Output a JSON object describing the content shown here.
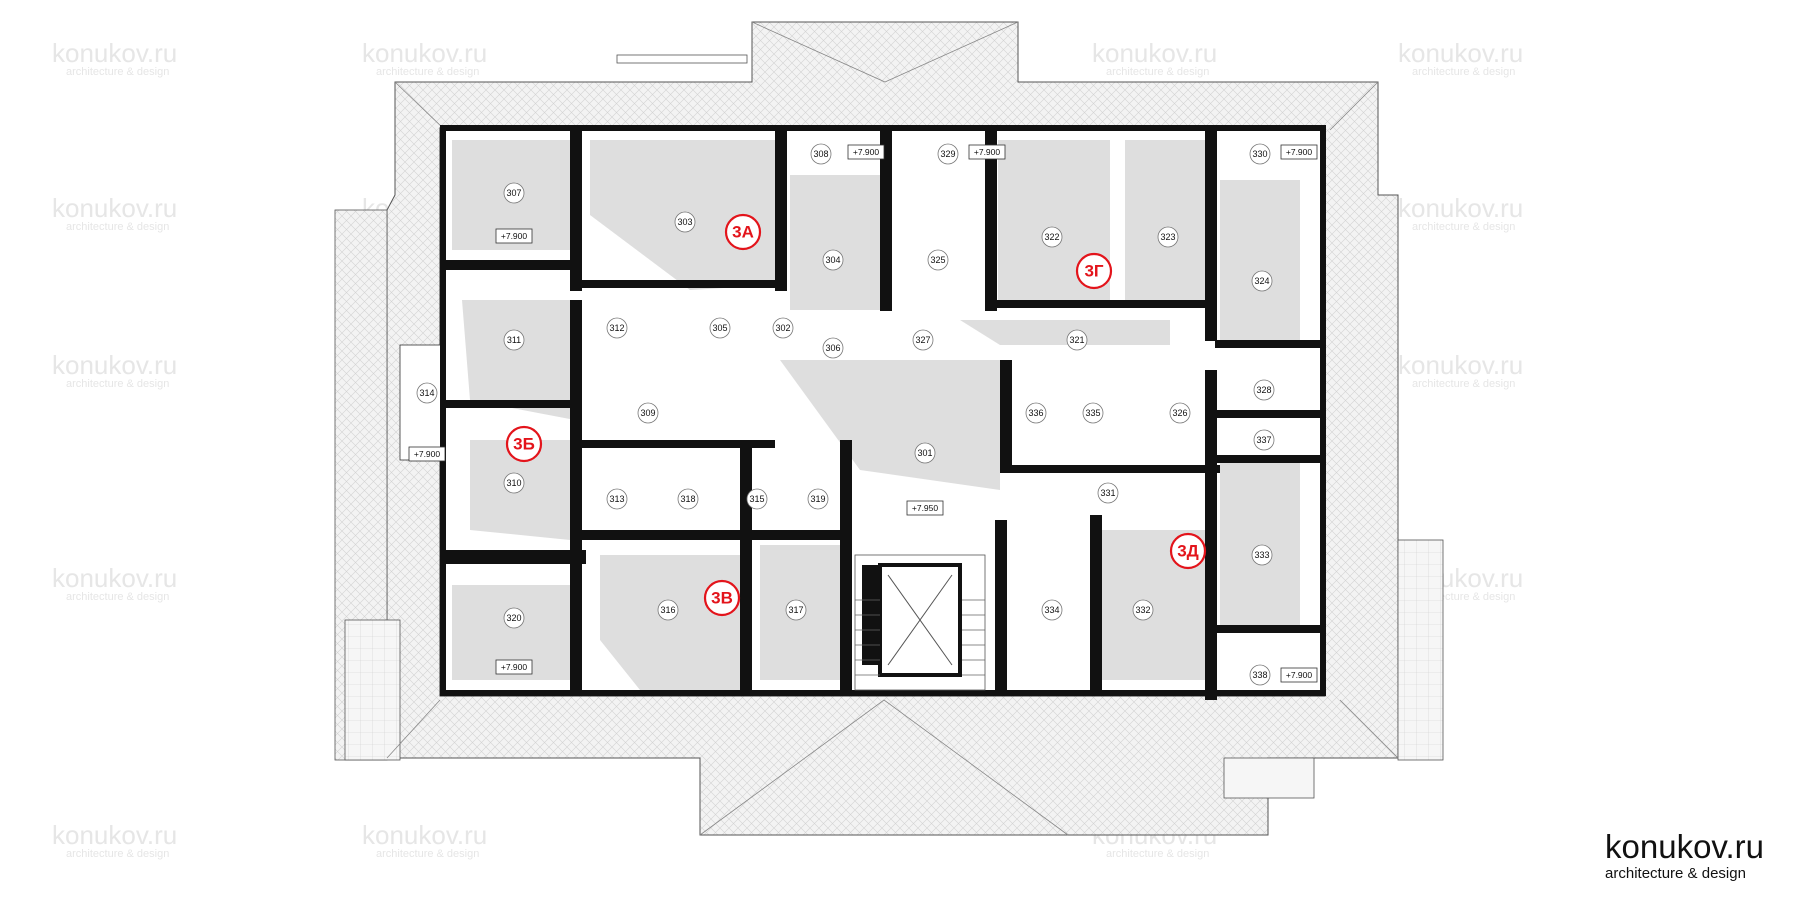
{
  "watermark": {
    "text": "konukov.ru",
    "sub": "architecture & design"
  },
  "brand": {
    "title": "konukov.ru",
    "subtitle": "architecture & design"
  },
  "apartments": [
    {
      "id": "apt-3a",
      "label": "3А"
    },
    {
      "id": "apt-3b",
      "label": "3Б"
    },
    {
      "id": "apt-3v",
      "label": "3В"
    },
    {
      "id": "apt-3g",
      "label": "3Г"
    },
    {
      "id": "apt-3d",
      "label": "3Д"
    }
  ],
  "rooms": [
    "301",
    "302",
    "303",
    "304",
    "305",
    "306",
    "307",
    "308",
    "309",
    "310",
    "311",
    "312",
    "313",
    "314",
    "315",
    "316",
    "317",
    "318",
    "319",
    "320",
    "321",
    "322",
    "323",
    "324",
    "325",
    "326",
    "327",
    "328",
    "329",
    "330",
    "331",
    "332",
    "333",
    "334",
    "335",
    "336",
    "337",
    "338"
  ],
  "elevations": [
    "+7.900",
    "+7.900",
    "+7.900",
    "+7.900",
    "+7.900",
    "+7.900",
    "+7.900",
    "+7.950"
  ],
  "colors": {
    "wall": "#111111",
    "shade": "#dedede",
    "roof": "#f2f2f2",
    "apt_label": "#e3141b"
  }
}
